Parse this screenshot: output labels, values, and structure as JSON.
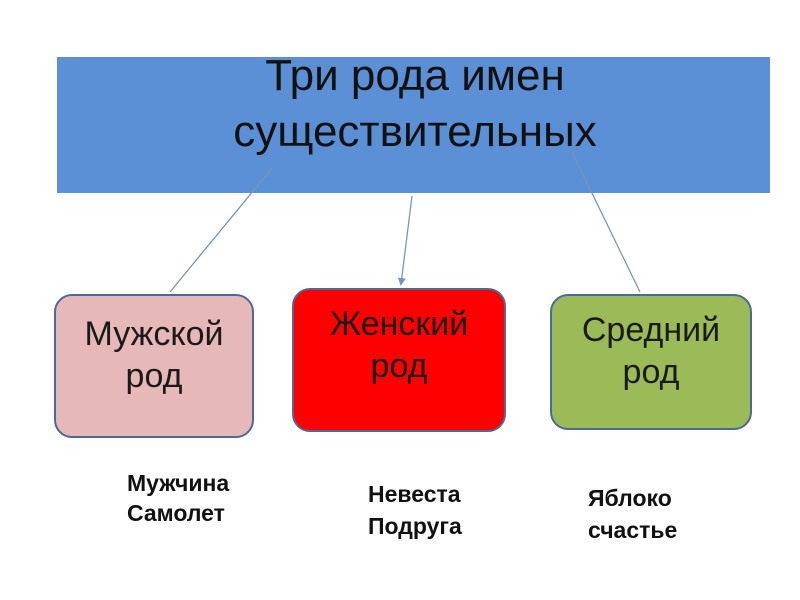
{
  "title": {
    "line1": "Три рода имен",
    "line2": "существительных"
  },
  "genders": [
    {
      "line1": "Мужской",
      "line2": "род",
      "color": "#e6b8b8"
    },
    {
      "line1": "Женский",
      "line2": "род",
      "color": "#ff0000"
    },
    {
      "line1": "Средний",
      "line2": "род",
      "color": "#9bbb59"
    }
  ],
  "examples": {
    "masculine": [
      "Мужчина",
      "Самолет"
    ],
    "feminine": [
      "Невеста",
      "Подруга"
    ],
    "neuter": [
      "Яблоко",
      "счастье"
    ]
  },
  "colors": {
    "header": "#5b8fd6",
    "connector": "#7a95b8"
  }
}
